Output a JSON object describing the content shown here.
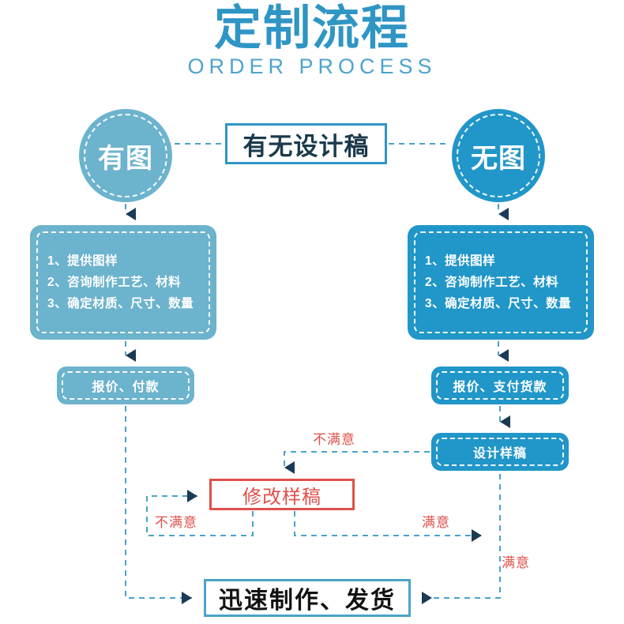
{
  "header": {
    "title": "定制流程",
    "subtitle": "ORDER PROCESS"
  },
  "colors": {
    "title_blue": "#2F95C4",
    "subtitle_blue": "#4EA3CC",
    "light_blue": "#6CB3CD",
    "dark_blue": "#2196C8",
    "accent_red": "#E0504A",
    "arrow_navy": "#1B3A54",
    "wire_blue": "#4BA3C7",
    "final_border": "#4BA3C7",
    "decision_border": "#2F95C4"
  },
  "nodes": {
    "circle_left": {
      "label": "有图",
      "name": "has-design-circle"
    },
    "circle_right": {
      "label": "无图",
      "name": "no-design-circle"
    },
    "decision": {
      "label": "有无设计稿",
      "name": "decision-node"
    },
    "step_left": {
      "name": "left-requirements-box",
      "items": [
        "1、提供图样",
        "2、咨询制作工艺、材料",
        "3、确定材质、尺寸、数量"
      ]
    },
    "step_right": {
      "name": "right-requirements-box",
      "items": [
        "1、提供图样",
        "2、咨询制作工艺、材料",
        "3、确定材质、尺寸、数量"
      ]
    },
    "quote_left": {
      "label": "报价、付款",
      "name": "quote-payment-left"
    },
    "quote_right": {
      "label": "报价、支付货款",
      "name": "quote-payment-right"
    },
    "draft": {
      "label": "设计样稿",
      "name": "design-draft-node"
    },
    "revise": {
      "label": "修改样稿",
      "name": "revise-draft-node"
    },
    "final": {
      "label": "迅速制作、发货",
      "name": "production-shipping-node"
    }
  },
  "edge_labels": {
    "unsatisfied_top": "不满意",
    "unsatisfied_left": "不满意",
    "satisfied_mid": "满意",
    "satisfied_right": "满意"
  }
}
